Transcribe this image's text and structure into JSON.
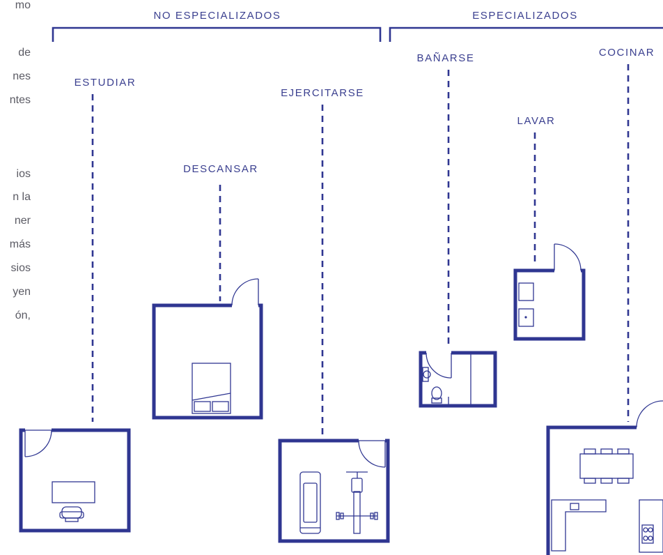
{
  "groups": {
    "non_specialized": "NO ESPECIALIZADOS",
    "specialized": "ESPECIALIZADOS"
  },
  "rooms": {
    "study": "ESTUDIAR",
    "rest": "DESCANSAR",
    "exercise": "EJERCITARSE",
    "bathe": "BAÑARSE",
    "wash": "LAVAR",
    "cook": "COCINAR"
  },
  "text_fragments": [
    "mo",
    "de",
    "nes",
    "ntes",
    "ios",
    "n la",
    "ner",
    "más",
    "sios",
    "yen",
    "ón,"
  ],
  "colors": {
    "ink": "#2f3691",
    "text": "#5a5a63"
  }
}
